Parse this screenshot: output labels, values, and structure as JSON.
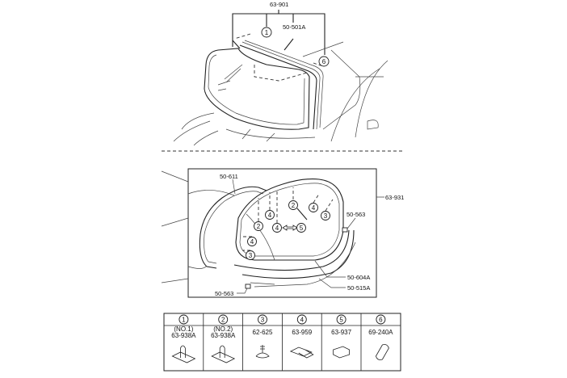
{
  "upper": {
    "assembly_label": "63-901",
    "molding_label": "50-501A",
    "callouts": [
      "1",
      "6"
    ]
  },
  "lower": {
    "assembly_label": "63-931",
    "labels": {
      "weatherstrip": "50-611",
      "clip_right": "50-563",
      "molding_upper": "50-604A",
      "molding_lower": "50-515A",
      "clip_bottom": "50-563"
    },
    "callouts": [
      "2",
      "4",
      "3",
      "4",
      "2",
      "4",
      "5",
      "4",
      "3"
    ]
  },
  "parts_table": {
    "columns": [
      {
        "index": "1",
        "note": "(NO.1)",
        "part": "63-938A"
      },
      {
        "index": "2",
        "note": "(NO.2)",
        "part": "63-938A"
      },
      {
        "index": "3",
        "note": "",
        "part": "62-625"
      },
      {
        "index": "4",
        "note": "",
        "part": "63-959"
      },
      {
        "index": "5",
        "note": "",
        "part": "63-937"
      },
      {
        "index": "6",
        "note": "",
        "part": "69-240A"
      }
    ]
  }
}
